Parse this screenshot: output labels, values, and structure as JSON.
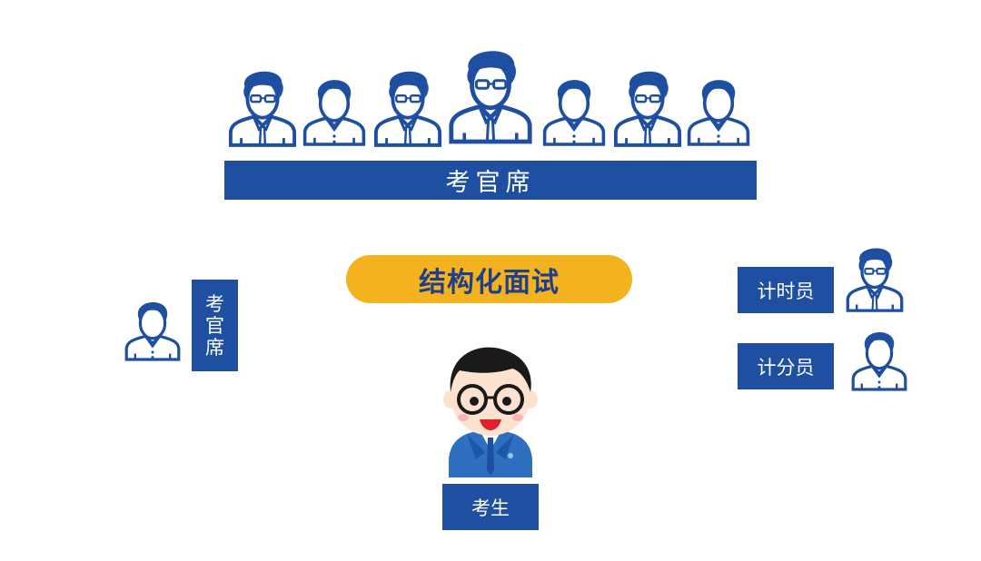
{
  "diagram": {
    "title": "结构化面试",
    "examiner_panel": {
      "label": "考官席",
      "examiners": [
        {
          "id": 1,
          "glasses": true,
          "tie": true
        },
        {
          "id": 2,
          "glasses": false,
          "tie": false
        },
        {
          "id": 3,
          "glasses": true,
          "tie": true
        },
        {
          "id": 4,
          "glasses": true,
          "tie": true,
          "lead": true
        },
        {
          "id": 5,
          "glasses": false,
          "tie": false
        },
        {
          "id": 6,
          "glasses": true,
          "tie": true
        },
        {
          "id": 7,
          "glasses": false,
          "tie": false
        }
      ]
    },
    "side_examiner": {
      "label_chars": [
        "考",
        "官",
        "席"
      ]
    },
    "timekeeper": {
      "label": "计时员"
    },
    "scorekeeper": {
      "label": "计分员"
    },
    "candidate": {
      "label": "考生"
    },
    "colors": {
      "primary_blue": "#1f4fa0",
      "title_yellow": "#f5b21f",
      "title_text": "#1f3f8a",
      "background": "#ffffff"
    }
  }
}
